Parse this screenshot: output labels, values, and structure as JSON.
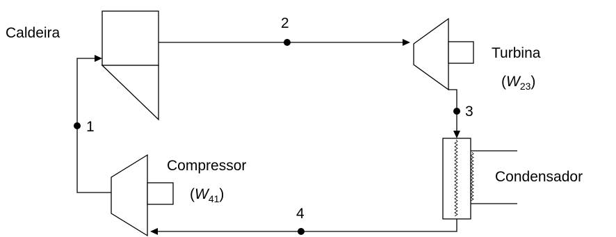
{
  "components": {
    "caldeira": {
      "label": "Caldeira"
    },
    "turbina": {
      "label": "Turbina",
      "work_symbol": "W",
      "work_subscript": "23"
    },
    "compressor": {
      "label": "Compressor",
      "work_symbol": "W",
      "work_subscript": "41"
    },
    "condensador": {
      "label": "Condensador"
    }
  },
  "states": [
    {
      "id": "1",
      "label": "1"
    },
    {
      "id": "2",
      "label": "2"
    },
    {
      "id": "3",
      "label": "3"
    },
    {
      "id": "4",
      "label": "4"
    }
  ]
}
